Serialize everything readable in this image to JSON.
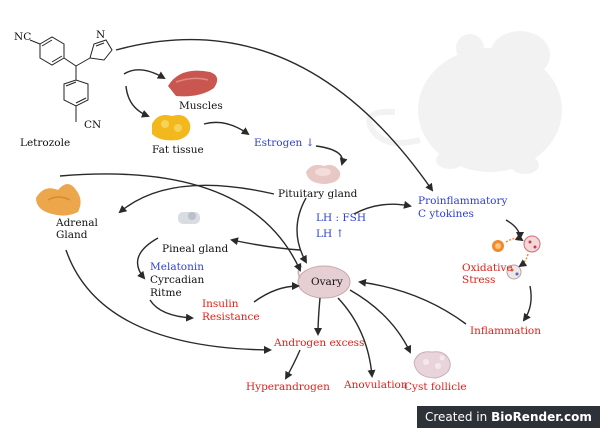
{
  "diagram": {
    "labels": {
      "letrozole": "Letrozole",
      "cn_top": "NC",
      "cn_bottom": "CN",
      "muscles": "Muscles",
      "fat_tissue": "Fat tissue",
      "estrogen": "Estrogen ↓",
      "pituitary": "Pituitary gland",
      "adrenal_line1": "Adrenal",
      "adrenal_line2": "Gland",
      "pineal": "Pineal gland",
      "melatonin": "Melatonin",
      "circadian_line1": "Cyrcadian",
      "circadian_line2": "Ritme",
      "lh_fsh": "LH : FSH",
      "lh_up": "LH ↑",
      "ovary": "Ovary",
      "proinflam_line1": "Proinflammatory",
      "proinflam_line2": "C ytokines",
      "oxidative_line1": "Oxidative",
      "oxidative_line2": "Stress",
      "inflammation": "Inflammation",
      "insulin_line1": "Insulin",
      "insulin_line2": "Resistance",
      "androgen_excess": "Androgen excess",
      "hyperandrogen": "Hyperandrogen",
      "anovulation": "Anovulation",
      "cyst_follicle": "Cyst follicle"
    },
    "colors": {
      "black_text": "#111111",
      "blue_text": "#2f3fd0",
      "red_text": "#e0201a",
      "arrow": "#2a2a2a"
    }
  },
  "footer": {
    "prefix": "Created in ",
    "brand": "BioRender.com",
    "logo": "bio"
  }
}
